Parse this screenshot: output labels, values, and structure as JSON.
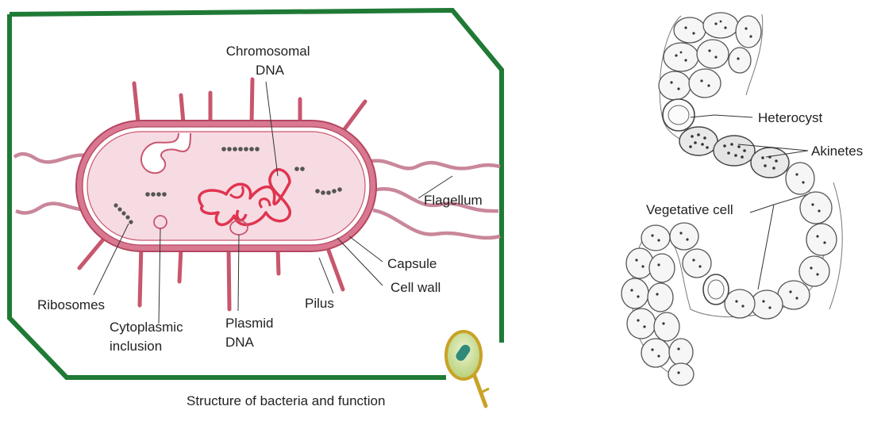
{
  "bacteria": {
    "labels": {
      "chromosomal_dna": [
        "Chromosomal",
        "DNA"
      ],
      "flagellum": "Flagellum",
      "capsule": "Capsule",
      "cell_wall": "Cell wall",
      "pilus": "Pilus",
      "ribosomes": "Ribosomes",
      "cytoplasmic_inclusion": [
        "Cytoplasmic",
        "inclusion"
      ],
      "plasmid_dna": [
        "Plasmid",
        "DNA"
      ]
    },
    "caption": "Structure of bacteria and function",
    "colors": {
      "frame": "#1f7a35",
      "cell": "#c8566e",
      "cytoplasm": "#f7dbe3",
      "dna": "#e0344f"
    }
  },
  "cyanobacteria": {
    "labels": {
      "heterocyst": "Heterocyst",
      "akinetes": "Akinetes",
      "vegetative_cell": "Vegetative cell"
    }
  }
}
